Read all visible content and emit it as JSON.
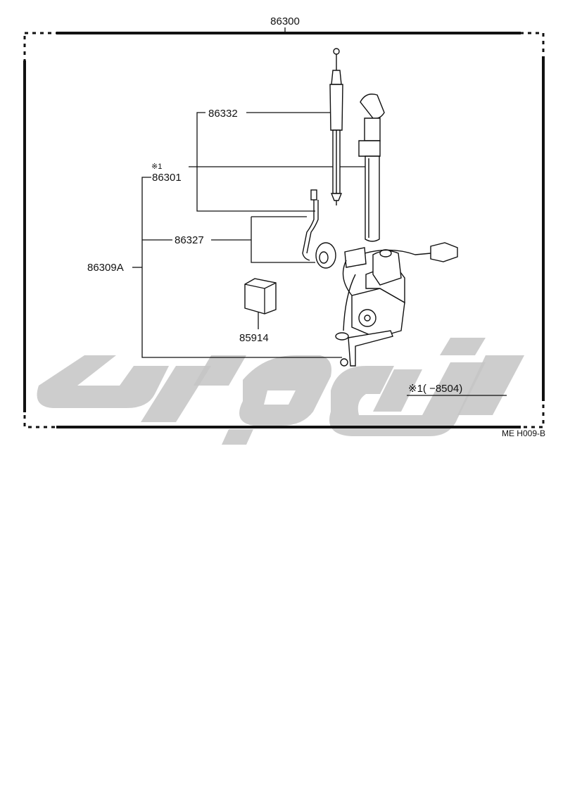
{
  "diagram": {
    "part_numbers": {
      "assembly": "86300",
      "rod": "86332",
      "note_mark": "※1",
      "mast_assy": "86301",
      "cable": "86327",
      "motor_assy": "86309A",
      "relay": "85914"
    },
    "applicability_note": "※1(        −8504)",
    "reference_code": "ME H009-B"
  }
}
